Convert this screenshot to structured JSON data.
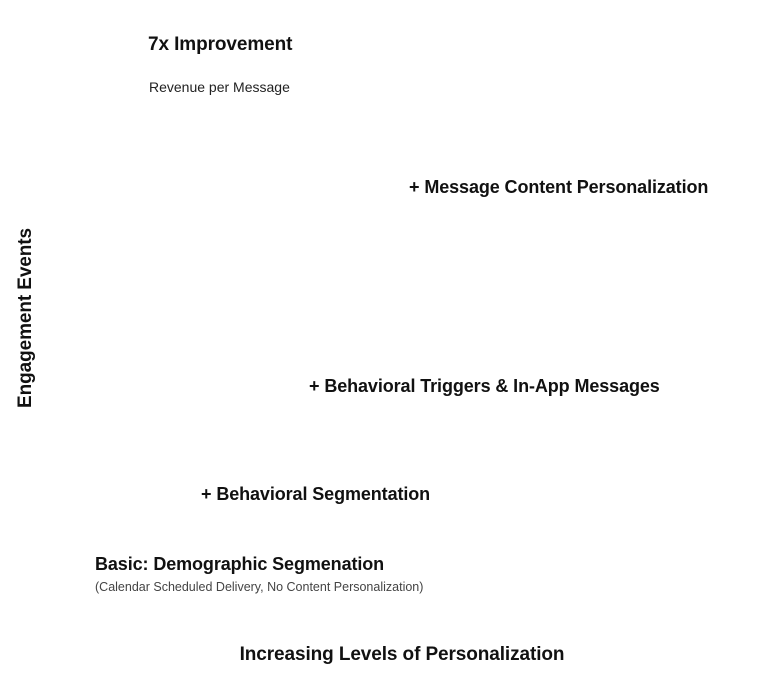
{
  "header": {
    "title": "7x Improvement",
    "subtitle": "Revenue per Message"
  },
  "steps": [
    {
      "label": "Basic: Demographic Segmenation",
      "note": "(Calendar Scheduled Delivery, No Content Personalization)"
    },
    {
      "label": "+ Behavioral Segmentation"
    },
    {
      "label": "+ Behavioral Triggers & In-App Messages"
    },
    {
      "label": "+ Message Content Personalization"
    }
  ],
  "axes": {
    "x_label": "Increasing Levels of Personalization",
    "y_label": "Engagement Events"
  }
}
